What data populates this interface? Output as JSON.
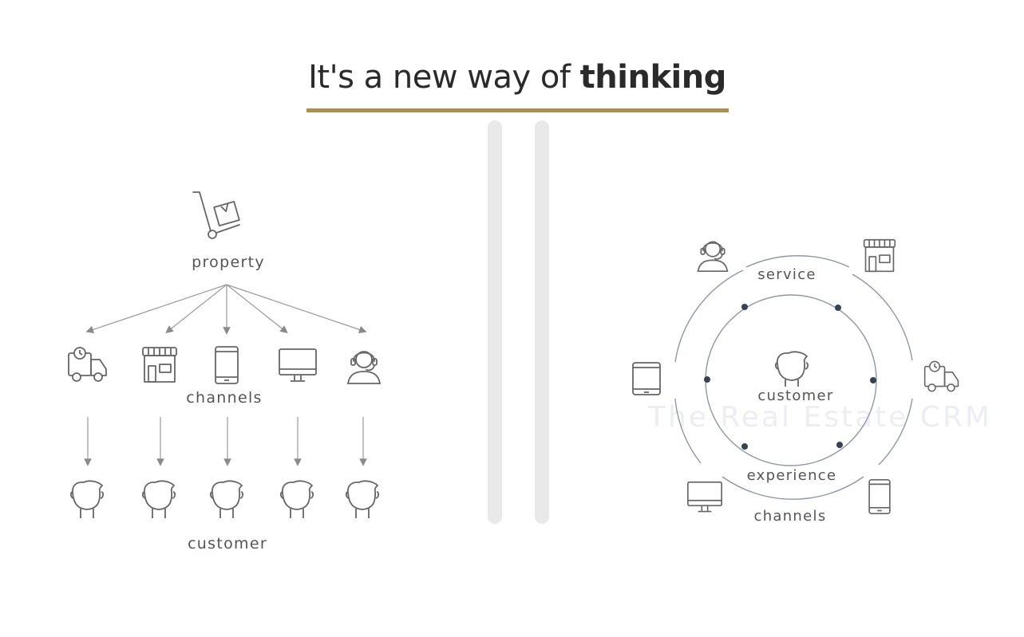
{
  "header": {
    "title_prefix": "It's a new way of ",
    "title_bold": "thinking",
    "accent_color": "#a88f53"
  },
  "left": {
    "top_label": "property",
    "middle_label": "channels",
    "bottom_label": "customer",
    "channel_icons": [
      "delivery-truck-icon",
      "storefront-icon",
      "smartphone-icon",
      "desktop-monitor-icon",
      "support-headset-icon"
    ]
  },
  "right": {
    "service_label": "service",
    "center_label": "customer",
    "experience_label": "experience",
    "channels_label": "channels",
    "watermark": "The Real Estate CRM",
    "channel_icons": [
      "support-headset-icon",
      "storefront-icon",
      "tablet-icon",
      "delivery-truck-icon",
      "desktop-monitor-icon",
      "smartphone-icon"
    ]
  }
}
